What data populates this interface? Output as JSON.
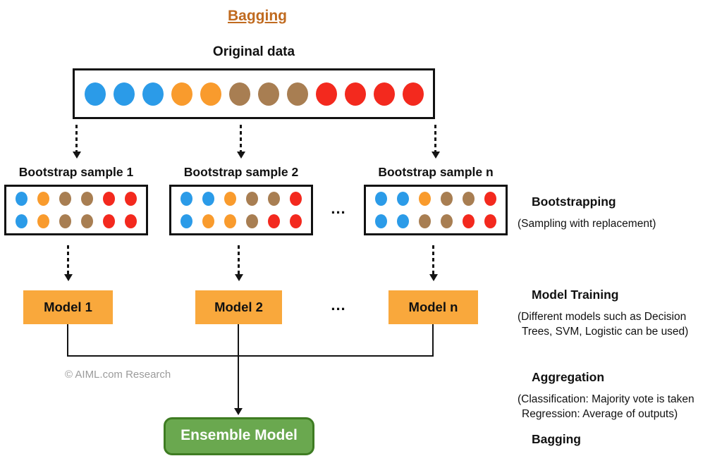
{
  "title": "Bagging",
  "colors": {
    "title": "#C06A1F",
    "blue": "#2B9BE8",
    "orange": "#F99B2D",
    "brown": "#A87E52",
    "red": "#F3291E",
    "model_box": "#F9A83C",
    "ensemble_fill": "#6AA84F",
    "ensemble_border": "#3E7C22",
    "watermark": "#9B9B9B",
    "line": "#141414"
  },
  "original": {
    "label": "Original data",
    "dots": [
      "blue",
      "blue",
      "blue",
      "orange",
      "orange",
      "brown",
      "brown",
      "brown",
      "red",
      "red",
      "red",
      "red"
    ]
  },
  "samples": [
    {
      "label": "Bootstrap sample 1",
      "rows": [
        [
          "blue",
          "orange",
          "brown",
          "brown",
          "red",
          "red"
        ],
        [
          "blue",
          "orange",
          "brown",
          "brown",
          "red",
          "red"
        ]
      ]
    },
    {
      "label": "Bootstrap sample 2",
      "rows": [
        [
          "blue",
          "blue",
          "orange",
          "brown",
          "brown",
          "red"
        ],
        [
          "blue",
          "orange",
          "orange",
          "brown",
          "red",
          "red"
        ]
      ]
    },
    {
      "label": "Bootstrap sample n",
      "rows": [
        [
          "blue",
          "blue",
          "orange",
          "brown",
          "brown",
          "red"
        ],
        [
          "blue",
          "blue",
          "brown",
          "brown",
          "red",
          "red"
        ]
      ]
    }
  ],
  "samples_ellipsis": "...",
  "models": [
    {
      "label": "Model 1"
    },
    {
      "label": "Model 2"
    },
    {
      "label": "Model n"
    }
  ],
  "models_ellipsis": "...",
  "ensemble": {
    "label": "Ensemble Model"
  },
  "watermark": "© AIML.com Research",
  "annotations": [
    {
      "heading": "Bootstrapping",
      "lines": [
        "(Sampling with replacement)"
      ]
    },
    {
      "heading": "Model Training",
      "lines": [
        "(Different models such as Decision",
        "Trees, SVM, Logistic can be used)"
      ]
    },
    {
      "heading": "Aggregation",
      "lines": [
        "(Classification: Majority vote is taken",
        "Regression: Average of outputs)"
      ]
    },
    {
      "heading": "Bagging",
      "lines": []
    }
  ]
}
